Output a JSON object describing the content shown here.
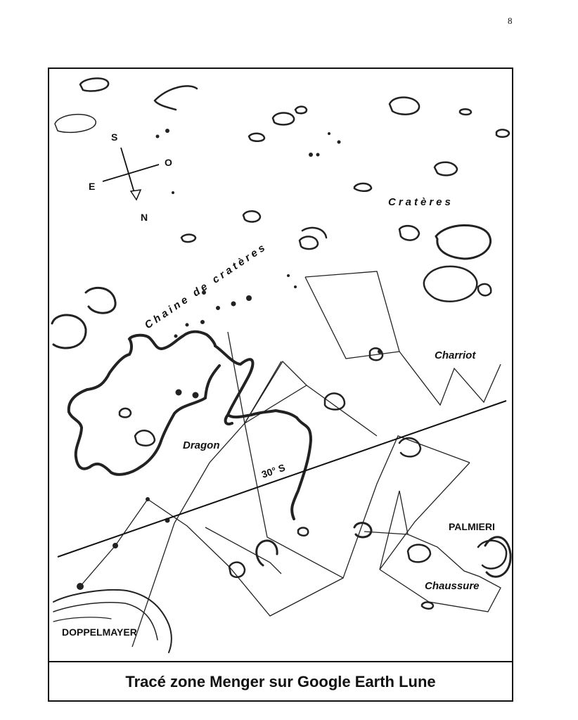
{
  "page_number": "8",
  "compass": {
    "s": "S",
    "o": "O",
    "e": "E",
    "n": "N"
  },
  "labels": {
    "crateres": "Cratères",
    "chaine": "Chaine de cratères",
    "charriot": "Charriot",
    "dragon": "Dragon",
    "latitude": "30° S",
    "palmieri": "PALMIERI",
    "chaussure": "Chaussure",
    "doppelmayer": "DOPPELMAYER"
  },
  "caption": "Tracé zone Menger sur Google Earth Lune"
}
